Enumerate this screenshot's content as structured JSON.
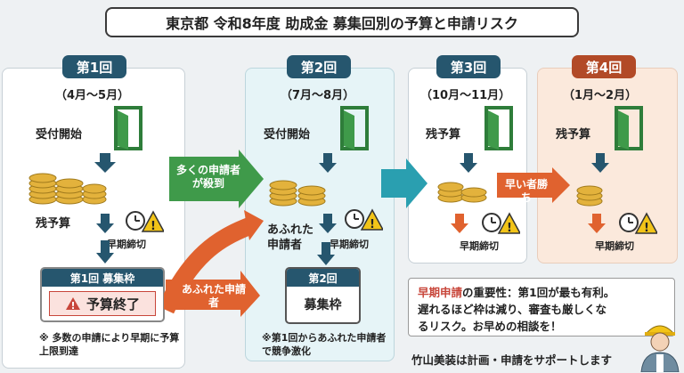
{
  "title": "東京都 令和8年度 助成金 募集回別の予算と申請リスク",
  "rounds": [
    {
      "name": "第1回",
      "period": "（4月～5月）",
      "start": "受付開始",
      "budget": "残予算",
      "deadline": "早期締切"
    },
    {
      "name": "第2回",
      "period": "（7月～8月）",
      "start": "受付開始",
      "overflow": "あふれた申請者",
      "deadline": "早期締切"
    },
    {
      "name": "第3回",
      "period": "（10月～11月）",
      "budget": "残予算",
      "deadline": "早期締切"
    },
    {
      "name": "第4回",
      "period": "（1月～2月）",
      "budget": "残予算",
      "deadline": "早期締切"
    }
  ],
  "arrows": {
    "many_applicants": "多くの申請者が殺到",
    "overflow": "あふれた申請者",
    "first_come": "早い者勝ち"
  },
  "round1_box": {
    "header": "第1回 募集枠",
    "status": "予算終了"
  },
  "round1_note": "※ 多数の申請により早期に予算上限到達",
  "round2_box": {
    "header": "第2回",
    "body": "募集枠"
  },
  "round2_note": "※第1回からあふれた申請者で競争激化",
  "info": {
    "highlight": "早期申請",
    "line1_rest": "の重要性：第1回が最も有利。",
    "line2": "遅れるほど枠は減り、審査も厳しくな",
    "line3": "るリスク。お早めの相談を！"
  },
  "footer": "竹山美装は計画・申請をサポートします",
  "colors": {
    "navy": "#26566e",
    "orange": "#e0622f",
    "green": "#3f9a4a",
    "teal": "#2a9fb0",
    "red": "#c8463a"
  }
}
